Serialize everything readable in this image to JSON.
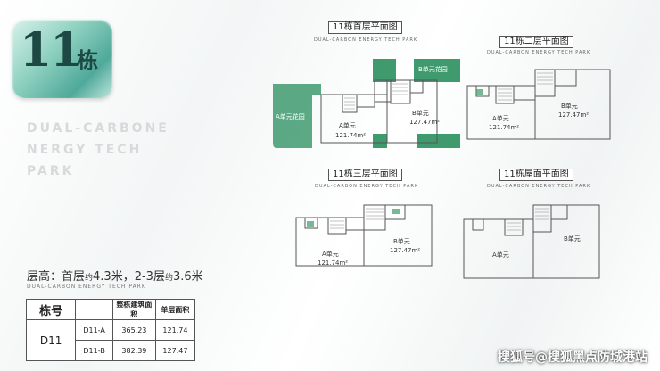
{
  "badge": {
    "number": "11",
    "char": "栋"
  },
  "slogan": "DUAL-CARBONE\nNERGY TECH\nPARK",
  "floor_height": {
    "label": "层高：首层",
    "approx1": "约",
    "val1": "4.3米，2-3层",
    "approx2": "约",
    "val2": "3.6米",
    "sub": "DUAL-CARBON ENERGY TECH PARK"
  },
  "table": {
    "head_building": "栋号",
    "head_total": "整栋建筑面积",
    "head_unit": "单层面积",
    "building": "D11",
    "rows": [
      {
        "unit": "D11-A",
        "total": "365.23",
        "single": "121.74"
      },
      {
        "unit": "D11-B",
        "total": "382.39",
        "single": "127.47"
      }
    ]
  },
  "plans": {
    "ground": {
      "title": "11栋首层平面图",
      "sub": "DUAL-CARBON ENERGY TECH PARK",
      "garden_a": "A单元花园",
      "garden_b": "B单元花园",
      "unit_a": "A单元",
      "area_a": "121.74m²",
      "unit_b": "B单元",
      "area_b": "127.47m²"
    },
    "second": {
      "title": "11栋二层平面图",
      "sub": "DUAL-CARBON ENERGY TECH PARK",
      "unit_a": "A单元",
      "area_a": "121.74m²",
      "unit_b": "B单元",
      "area_b": "127.47m²"
    },
    "third": {
      "title": "11栋三层平面图",
      "sub": "DUAL-CARBON ENERGY TECH PARK",
      "unit_a": "A单元",
      "area_a": "121.74m²",
      "unit_b": "B单元",
      "area_b": "127.47m²"
    },
    "roof": {
      "title": "11栋屋面平面图",
      "sub": "DUAL-CARBON ENERGY TECH PARK",
      "unit_a": "A单元",
      "unit_b": "B单元"
    }
  },
  "watermark": "搜狐号@搜狐黑点防城港站",
  "colors": {
    "garden_green": "#3f9a6e",
    "badge_teal": "#4fa99a",
    "plan_line": "#555555"
  }
}
